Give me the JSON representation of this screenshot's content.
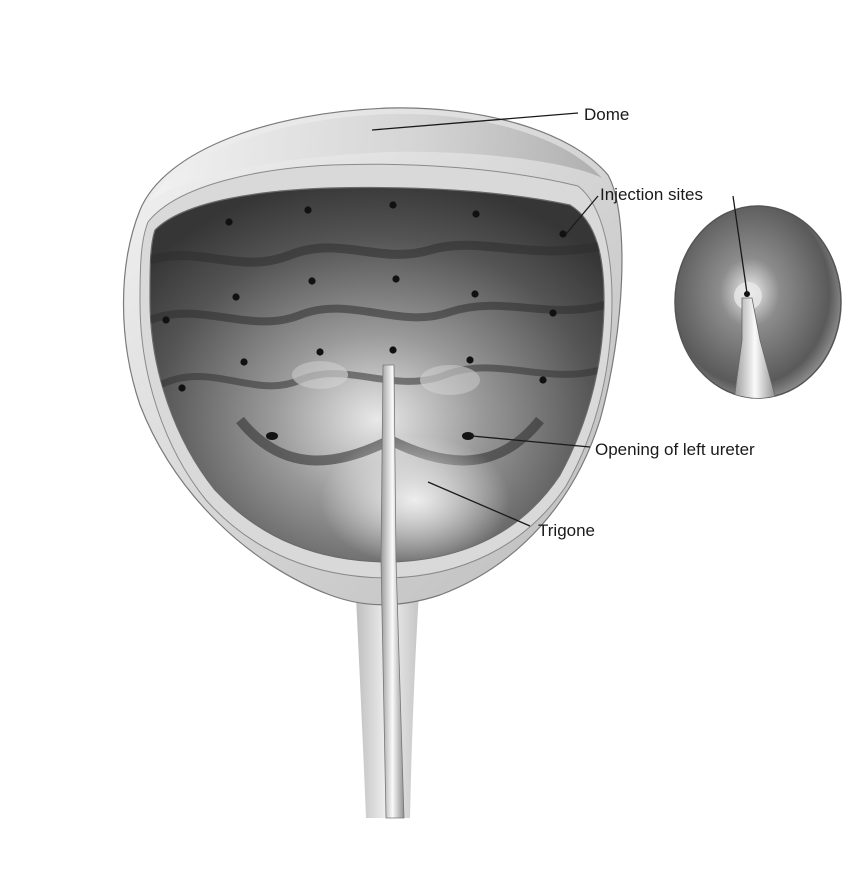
{
  "labels": {
    "dome": "Dome",
    "injection_sites": "Injection sites",
    "opening_left_ureter": "Opening of left ureter",
    "trigone": "Trigone"
  },
  "colors": {
    "ink": "#1a1a1a",
    "wall_light": "#e6e6e6",
    "interior_dark": "#3a3a3a",
    "background": "#ffffff"
  }
}
